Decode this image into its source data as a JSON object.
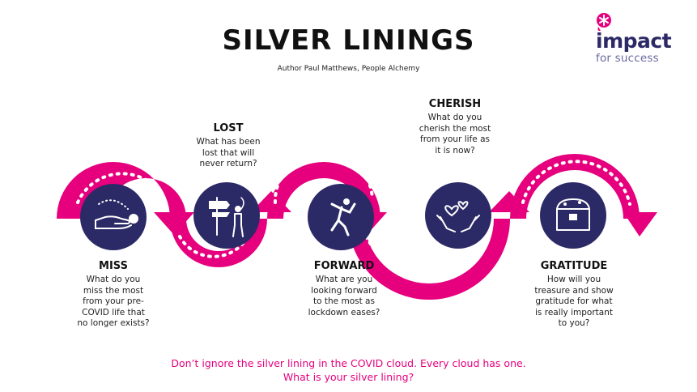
{
  "title": "SILVER LININGS",
  "subtitle": "Author Paul Matthews, People Alchemy",
  "logo": {
    "word1": "impact",
    "word2": "for success"
  },
  "colors": {
    "accent": "#e6007e",
    "circle": "#2c2a66",
    "text": "#111111"
  },
  "steps": [
    {
      "heading": "MISS",
      "lines": [
        "What do you",
        "miss the most",
        "from your pre-",
        "COVID life that",
        "no longer exists?"
      ],
      "icon": "hand-ball-icon"
    },
    {
      "heading": "LOST",
      "lines": [
        "What has been",
        "lost that will",
        "never return?"
      ],
      "icon": "signpost-person-icon"
    },
    {
      "heading": "FORWARD",
      "lines": [
        "What are you",
        "looking forward",
        "to the most as",
        "lockdown eases?"
      ],
      "icon": "jumping-person-icon"
    },
    {
      "heading": "CHERISH",
      "lines": [
        "What do you",
        "cherish the most",
        "from your life as",
        "it is now?"
      ],
      "icon": "hands-hearts-icon"
    },
    {
      "heading": "GRATITUDE",
      "lines": [
        "How will you",
        "treasure and show",
        "gratitude for what",
        "is really important",
        "to you?"
      ],
      "icon": "treasure-chest-icon"
    }
  ],
  "footer": {
    "line1": "Don’t ignore the silver lining in the COVID cloud. Every cloud has one.",
    "line2": "What is your silver lining?"
  }
}
